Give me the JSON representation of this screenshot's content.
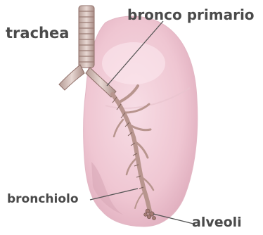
{
  "labels": {
    "trachea": "trachea",
    "bronco_primario": "bronco primario",
    "bronchiolo": "bronchiolo",
    "alveoli": "alveoli"
  },
  "colors": {
    "lung_fill": "#f2cdd8",
    "lung_shadow": "#d9a9b8",
    "airway": "#c7a9a2",
    "airway_dark": "#8f6f69",
    "leader_line": "#555555",
    "label_text": "#4a4a4a"
  }
}
